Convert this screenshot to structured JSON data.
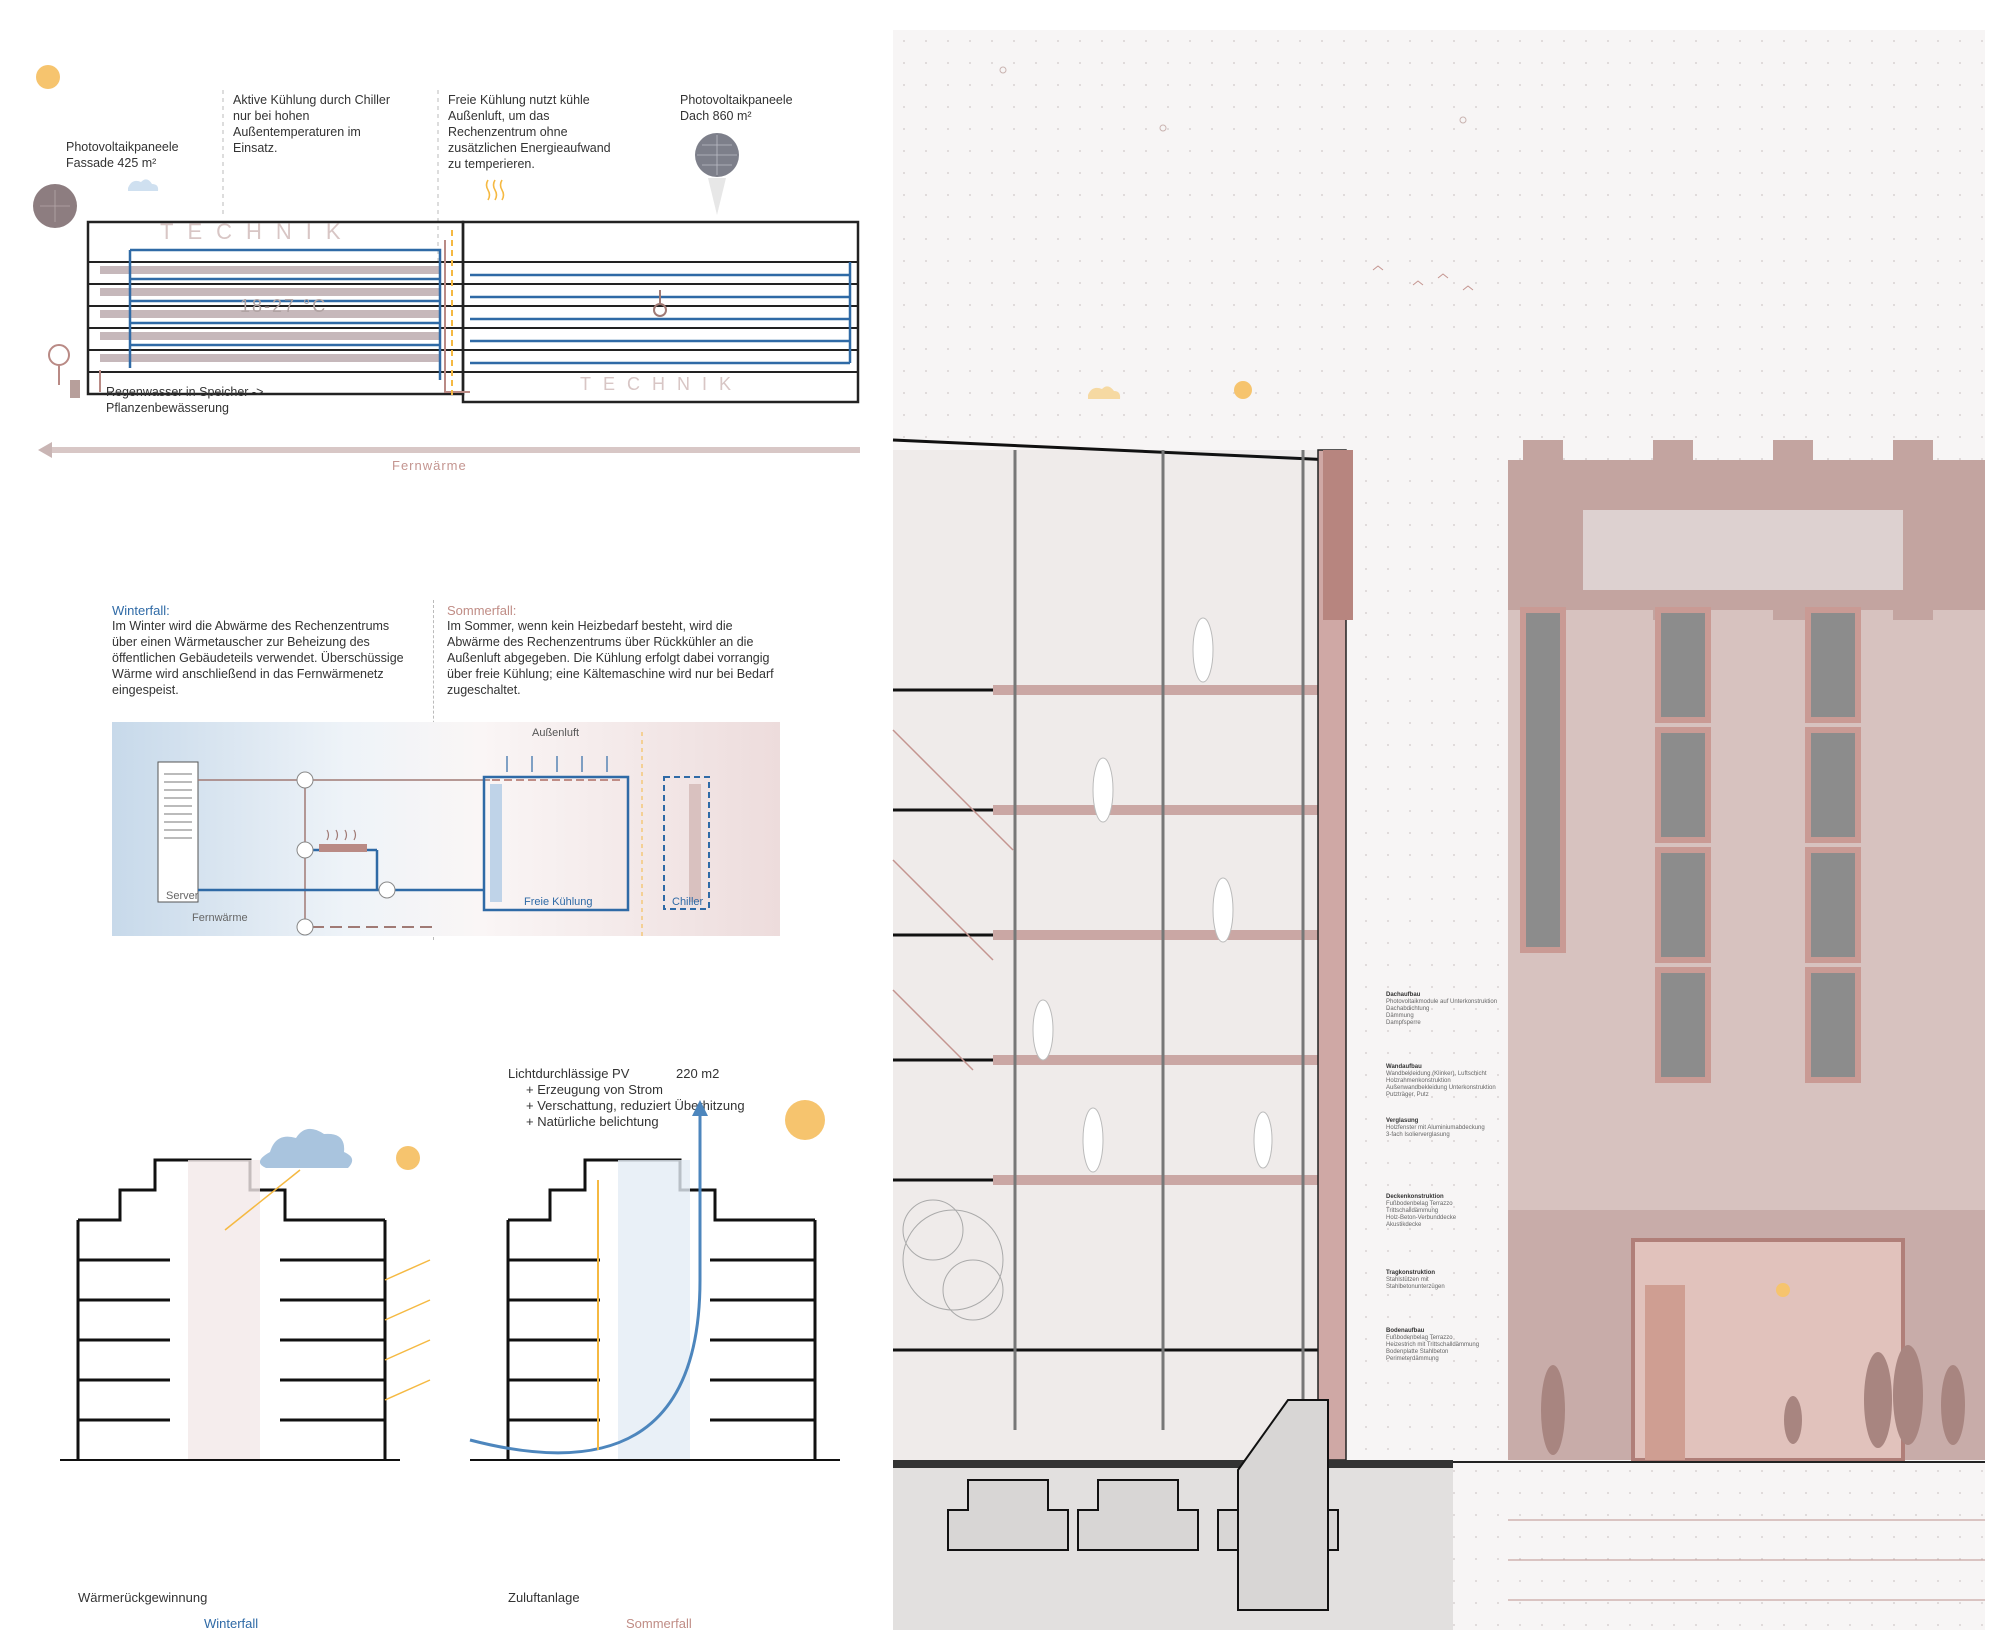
{
  "top_diagram": {
    "pv_fassade": "Photovoltaikpaneele\nFassade 425 m²",
    "chiller_note": "Aktive Kühlung durch Chiller\nnur bei hohen\nAußentemperaturen im\nEinsatz.",
    "free_cooling_note": "Freie Kühlung nutzt kühle\nAußenluft, um das\nRechenzentrum ohne\nzusätzlichen Energieaufwand\nzu temperieren.",
    "pv_dach": "Photovoltaikpaneele\nDach 860 m²",
    "technik_top": "TECHNIK",
    "technik_bottom": "TECHNIK",
    "temperature": "18-27 °C",
    "rainwater": "Regenwasser in Speicher ->\nPflanzenbewässerung",
    "fernwaerme": "Fernwärme"
  },
  "middle_text": {
    "winter_title": "Winterfall:",
    "winter_body": "Im Winter wird die Abwärme des Rechenzentrums\nüber einen Wärmetauscher zur Beheizung des\nöffentlichen Gebäudeteils verwendet. Überschüssige\nWärme wird anschließend in das Fernwärmenetz\neingespeist.",
    "summer_title": "Sommerfall:",
    "summer_body": "Im Sommer, wenn kein Heizbedarf besteht, wird die\nAbwärme des Rechenzentrums über Rückkühler an die\nAußenluft abgegeben. Die Kühlung erfolgt dabei vorrangig\nüber freie Kühlung; eine Kältemaschine wird nur bei Bedarf\nzugeschaltet."
  },
  "schema": {
    "server": "Server",
    "fernwaerme": "Fernwärme",
    "aussenluft": "Außenluft",
    "freie_kuehlung": "Freie Kühlung",
    "chiller": "Chiller"
  },
  "bottom_left": {
    "pv_title": "Lichtdurchlässige PV",
    "pv_area": "220 m2",
    "pv_points": "+ Erzeugung von Strom\n+ Verschattung, reduziert Überhitzung\n+ Natürliche belichtung",
    "label_left": "Wärmerückgewinnung",
    "label_right": "Zuluftanlage",
    "case_winter": "Winterfall",
    "case_summer": "Sommerfall"
  },
  "section_annotations": [
    {
      "title": "Dachaufbau",
      "lines": "Photovoltaikmodule auf Unterkonstruktion\nDachabdichtung\nDämmung\nDampfsperre"
    },
    {
      "title": "Wandaufbau",
      "lines": "Wandbekleidung (Klinker), Luftschicht\nHolzrahmenkonstruktion\nAußenwandbekleidung Unterkonstruktion\nPutzträger, Putz"
    },
    {
      "title": "Verglasung",
      "lines": "Holzfenster mit Aluminiumabdeckung\n3-fach Isolierverglasung"
    },
    {
      "title": "Deckenkonstruktion",
      "lines": "Fußbodenbelag Terrazzo\nTrittschalldämmung\nHolz-Beton-Verbunddecke\nAkustikdecke"
    },
    {
      "title": "Tragkonstruktion",
      "lines": "Stahlstützen mit\nStahlbetonunterzügen"
    },
    {
      "title": "Bodenaufbau",
      "lines": "Fußbodenbelag Terrazzo\nHeizestrich mit Trittschalldämmung\nBodenplatte Stahlbeton\nPerimeterdämmung"
    }
  ],
  "colors": {
    "line_blue": "#2f6aa6",
    "line_rose": "#b98a85",
    "accent_yellow": "#f5b942",
    "brick": "#c9a7a4",
    "figure": "#a88580"
  }
}
